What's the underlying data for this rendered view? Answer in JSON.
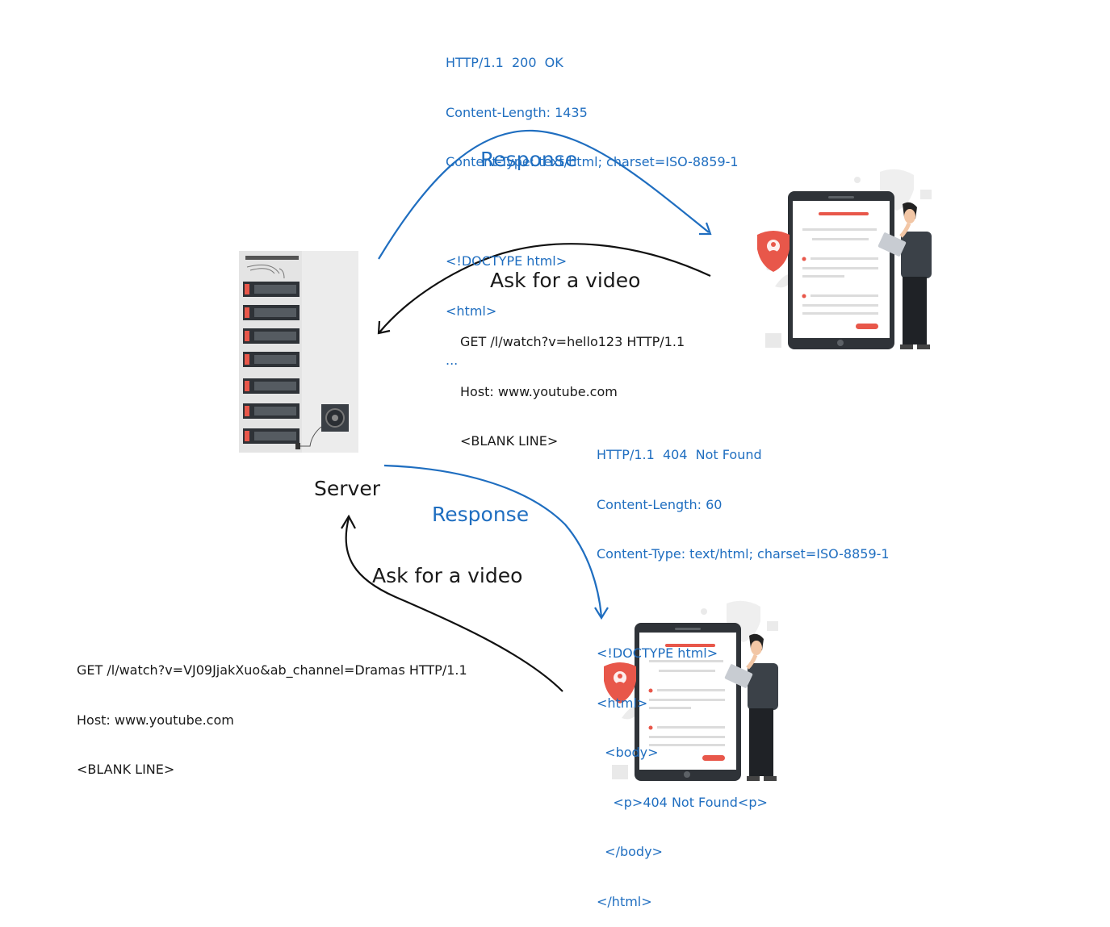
{
  "server": {
    "label": "Server"
  },
  "exchange_top": {
    "request_label": "Ask for a video",
    "request_lines": [
      "GET /l/watch?v=hello123 HTTP/1.1",
      "Host: www.youtube.com",
      "<BLANK LINE>"
    ],
    "response_label": "Response",
    "response_lines": [
      "HTTP/1.1  200  OK",
      "Content-Length: 1435",
      "Content-Type: text/html; charset=ISO-8859-1",
      "",
      "<!DOCTYPE html>",
      "<html>",
      "..."
    ]
  },
  "exchange_bottom": {
    "request_label": "Ask for a video",
    "request_lines": [
      "GET /l/watch?v=VJ09JjakXuo&ab_channel=Dramas HTTP/1.1",
      "Host: www.youtube.com",
      "<BLANK LINE>"
    ],
    "response_label": "Response",
    "response_lines": [
      "HTTP/1.1  404  Not Found",
      "Content-Length: 60",
      "Content-Type: text/html; charset=ISO-8859-1",
      "",
      "<!DOCTYPE html>",
      "<html>",
      "  <body>",
      "    <p>404 Not Found<p>",
      "  </body>",
      "</html>"
    ]
  },
  "colors": {
    "response_arrow": "#1f6ec0",
    "request_arrow": "#111111",
    "accent_red": "#e8574a",
    "device_dark": "#2f3338",
    "rack_gray": "#e3e3e3"
  },
  "icons": [
    "server-rack-illustration",
    "tablet-user-illustration",
    "shield-user-icon",
    "arrow-icon"
  ]
}
